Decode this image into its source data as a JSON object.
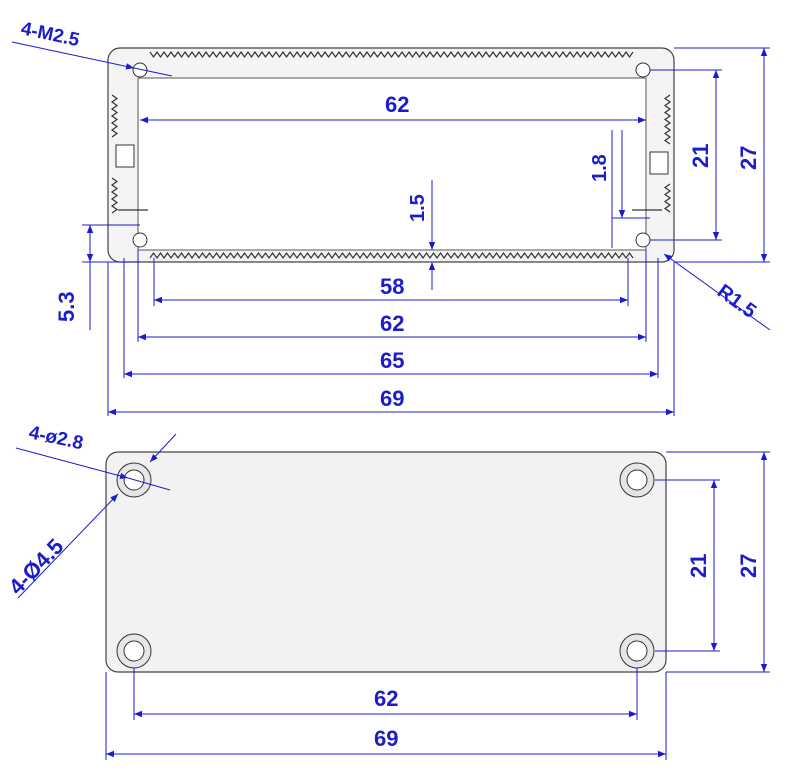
{
  "top_view": {
    "labels": {
      "screw_holes": "4-M2.5",
      "inner_width": "62",
      "height_1": "1.8",
      "wall": "1.5",
      "inner_height": "21",
      "outer_height": "27",
      "corner_radius": "R1.5",
      "base_height": "5.3",
      "slot_width": "58",
      "slot_outer": "62",
      "rail_width": "65",
      "overall_width": "69"
    }
  },
  "bottom_view": {
    "labels": {
      "hole_diameter": "4-ø2.8",
      "counterbore": "4-Ø4.5",
      "hole_spacing_v": "21",
      "overall_height": "27",
      "hole_spacing_h": "62",
      "overall_width": "69"
    }
  },
  "colors": {
    "dimension": "#1c1ccc",
    "outline": "#333333",
    "fill": "#f2f2f2"
  }
}
